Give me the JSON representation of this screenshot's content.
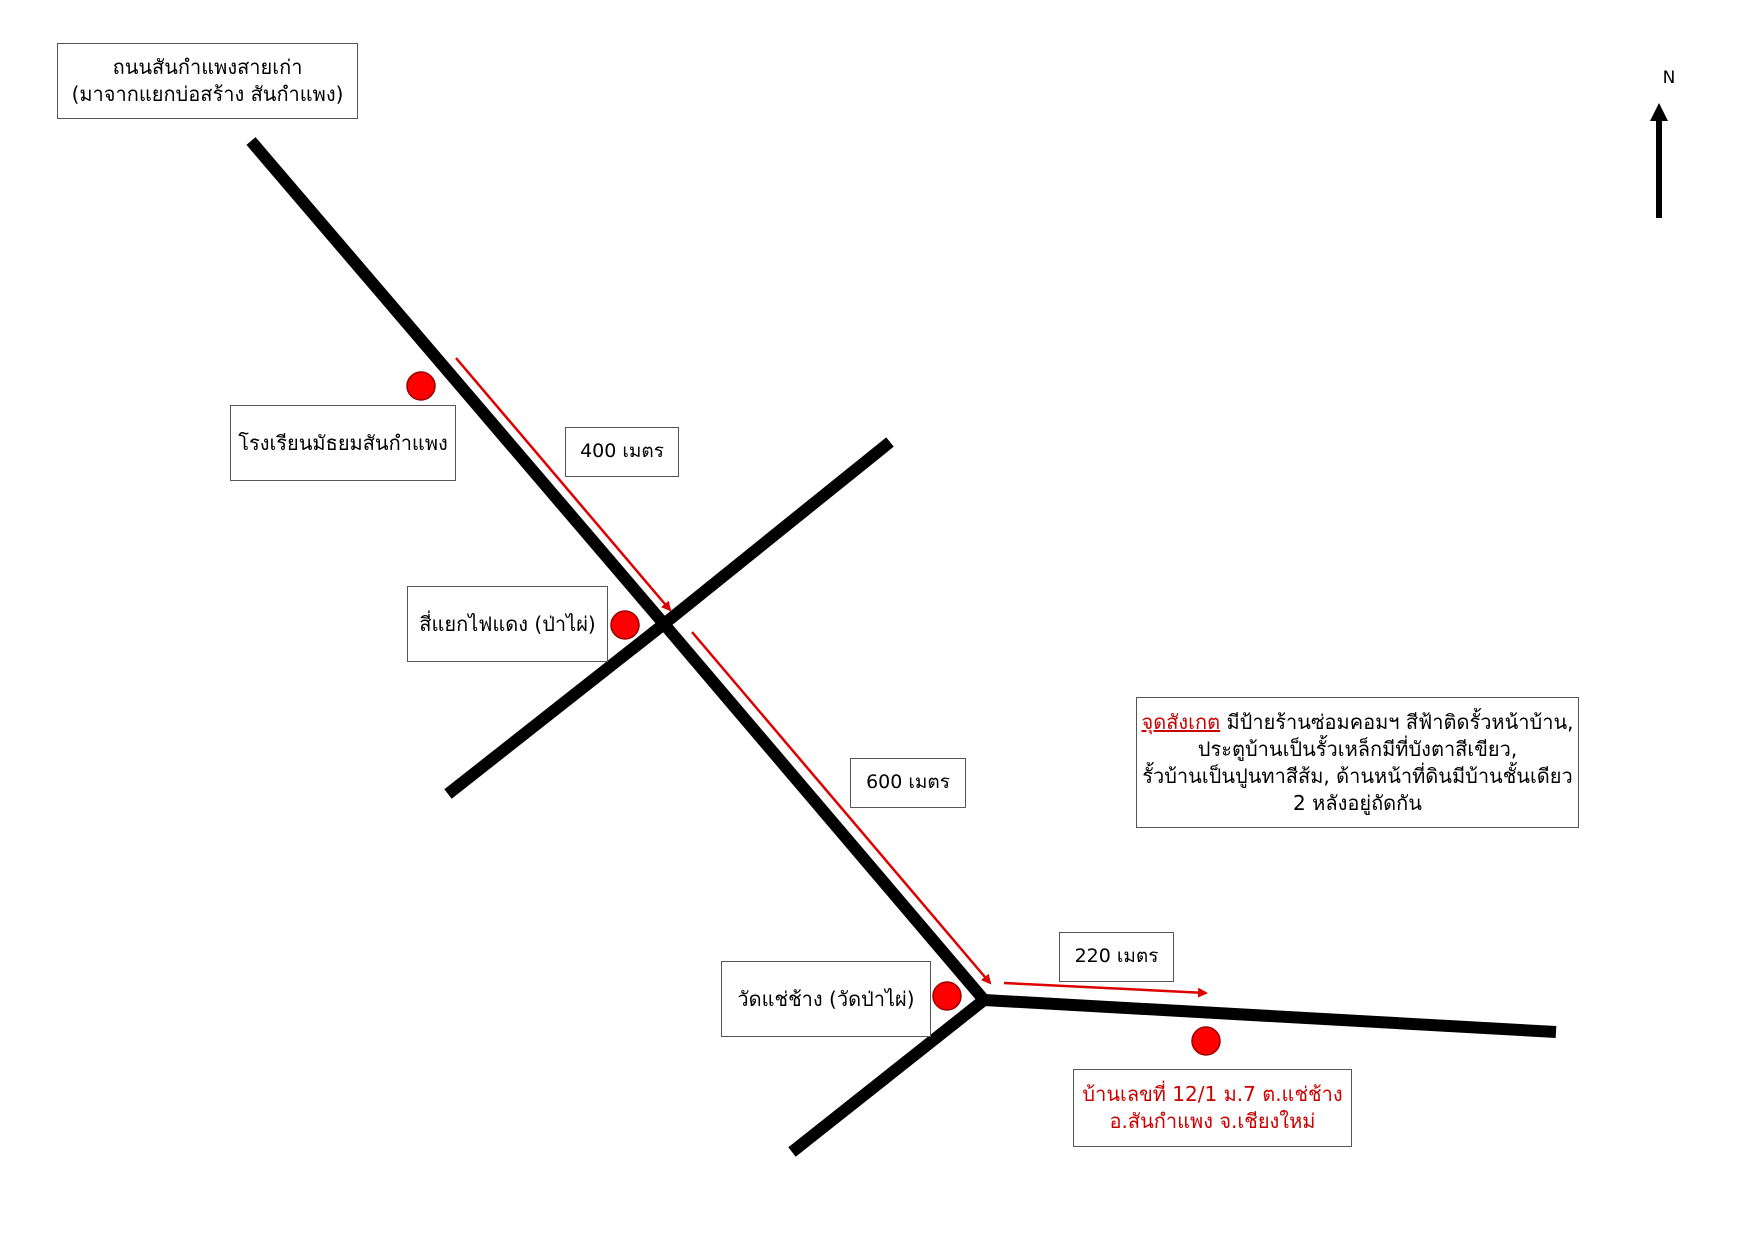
{
  "road_origin": {
    "line1": "ถนนสันกำแพงสายเก่า",
    "line2": "(มาจากแยกบ่อสร้าง สันกำแพง)"
  },
  "landmarks": {
    "school": "โรงเรียนมัธยมสันกำแพง",
    "junction": "สี่แยกไฟแดง (ป่าไผ่)",
    "temple": "วัดแช่ช้าง (วัดป่าไผ่)"
  },
  "distances": {
    "first": "400 เมตร",
    "second": "600 เมตร",
    "third": "220 เมตร"
  },
  "note": {
    "label": "จุดสังเกต",
    "line1_rest": " มีป้ายร้านซ่อมคอมฯ สีฟ้าติดรั้วหน้าบ้าน,",
    "line2": "ประตูบ้านเป็นรั้วเหล็กมีที่บังตาสีเขียว,",
    "line3": "รั้วบ้านเป็นปูนทาสีส้ม, ด้านหน้าที่ดินมีบ้านชั้นเดียว",
    "line4": "2 หลังอยู่ถัดกัน"
  },
  "destination": {
    "line1": "บ้านเลขที่ 12/1 ม.7 ต.แช่ช้าง",
    "line2": "อ.สันกำแพง จ.เชียงใหม่"
  },
  "compass": {
    "label": "N"
  },
  "colors": {
    "road": "#000000",
    "route_arrow": "#dd0000",
    "marker": "#ff0000",
    "marker_outline": "#990000"
  }
}
